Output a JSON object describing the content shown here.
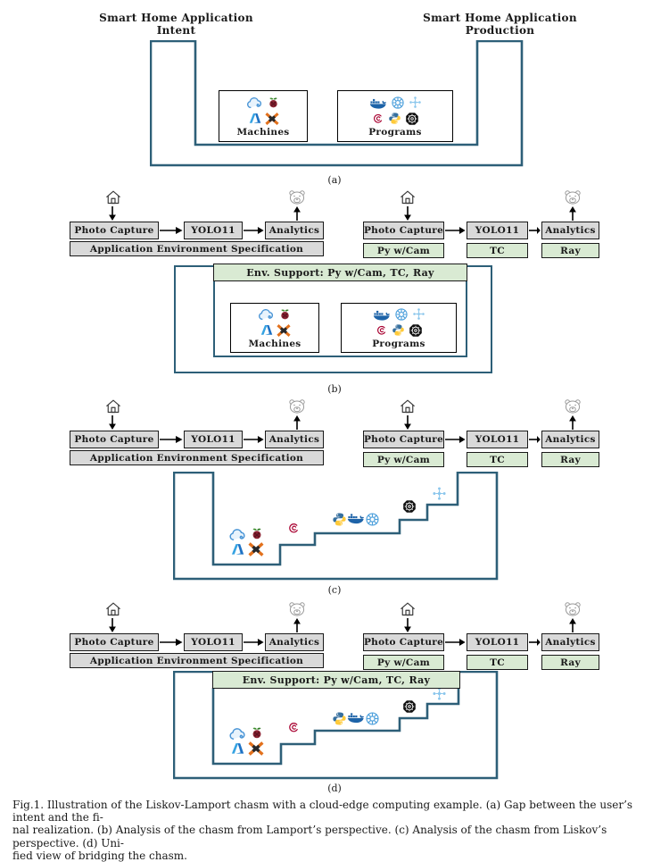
{
  "colors": {
    "outline": "#2d5f78",
    "gray_fill": "#d9d9d9",
    "green_fill": "#d9ead3"
  },
  "panel_a": {
    "tag": "(a)",
    "left_title": [
      "Smart Home Application",
      "Intent"
    ],
    "right_title": [
      "Smart Home Application",
      "Production"
    ]
  },
  "boxes": {
    "machines_label": "Machines",
    "programs_label": "Programs",
    "machines_icons": [
      "cloud-icon",
      "raspberry-pi-icon",
      "azure-icon",
      "xcp-x-icon"
    ],
    "programs_icons": [
      "docker-icon",
      "wheel-icon",
      "distributed-nodes-icon",
      "debian-icon",
      "python-icon",
      "helm-octagon-icon"
    ]
  },
  "pipeline": {
    "input_icon": "house-icon",
    "output_icon": "bear-icon",
    "stages": [
      "Photo Capture",
      "YOLO11",
      "Analytics"
    ],
    "env_spec_label": "Application Environment Specification",
    "env_labels": [
      "Py w/Cam",
      "TC",
      "Ray"
    ]
  },
  "panel_b": {
    "tag": "(b)",
    "env_support_label": "Env. Support: Py w/Cam, TC, Ray"
  },
  "panel_c": {
    "tag": "(c)"
  },
  "panel_d": {
    "tag": "(d)",
    "env_support_label": "Env. Support: Py w/Cam, TC, Ray"
  },
  "caption": {
    "lines": [
      "Fig.1.  Illustration of the Liskov-Lamport chasm with a cloud-edge computing example. (a) Gap between the user’s intent and the fi-",
      "nal realization. (b) Analysis of the chasm from Lamport’s perspective. (c) Analysis of the chasm from Liskov’s perspective. (d) Uni-",
      "fied view of bridging the chasm."
    ]
  }
}
